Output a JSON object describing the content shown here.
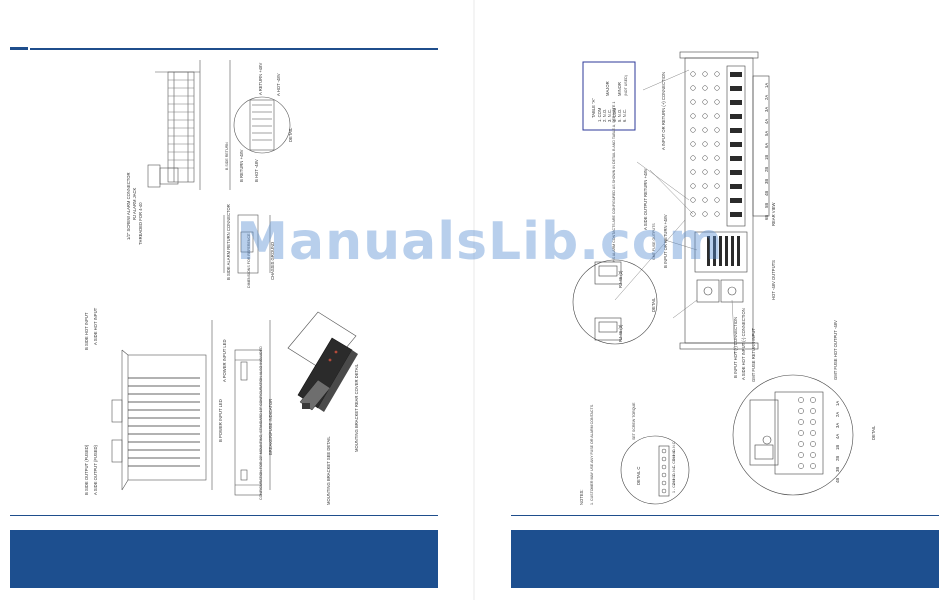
{
  "watermark": {
    "text": "ManualsLib.com"
  },
  "colors": {
    "accent": "#1f4e8c",
    "footer": "#1d4f8f",
    "watermark": "#568cd2"
  },
  "left_page": {
    "top_labels": {
      "screw_alarm": "1/2\" SCREW ALARM CONNECTOR",
      "alarm_jack": "RJ ALARM JACK",
      "threaded": "THREADED FOR 4-40",
      "b_return": "B RETURN +48V",
      "b_hot": "B HOT -48V",
      "a_return": "A RETURN +48V",
      "a_hot": "A HOT -48V",
      "detail": "DETAIL",
      "alarm_return": "B SIDE ALARM RETURN CONNECTOR",
      "chassis": "CHASSIS GROUND",
      "sketch": "DIMENSIONS FOR REFERENCE",
      "b_side_return_short": "B SIDE RETURN"
    },
    "middle_labels": {
      "b_side_hot": "B SIDE HOT INPUT",
      "a_side_hot": "A SIDE HOT INPUT",
      "b_side_output": "B SIDE OUTPUT (FUSED)",
      "a_side_output": "A SIDE OUTPUT (FUSED)",
      "a_power": "A POWER INPUT LED",
      "b_power": "B POWER INPUT LED",
      "breaker": "BREAKER/FUSE INDICATOR",
      "config_note": "CONFIGURATION FOR 23\" MOUNTING, STANDARD 19\" CONFIGURATION ALSO INCLUDED",
      "mounting_bracket": "MOUNTING BRACKET SEE DETAIL",
      "rear_cover": "MOUNTING BRACKET REAR COVER DETAIL"
    }
  },
  "right_page": {
    "table": {
      "title": "TABLE \"A\"",
      "rows": [
        "1. COM",
        "2. N.O.",
        "3. N.C.",
        "4. COM",
        "5. N.O.",
        "6. N.C."
      ],
      "major": "MAJOR",
      "minor": "MINOR",
      "not_used": "(NOT USED)"
    },
    "labels": {
      "a_input_return": "A INPUT OR RETURN (+) CONNECTION",
      "alarm_contacts": "HS ALARM CONTACTS ARE CONFIGURED AS SHOWN IN DETAIL B AND TABLE A, SEE NOTE 1",
      "a_side_output_return": "A SIDE OUTPUT RETURN +48V",
      "gmt_outputs": "GMT FUSE OUTPUTS",
      "b_input": "B INPUT OR RETURN +48V",
      "rear_view": "REAR VIEW",
      "hot_outputs": "HOT -48V OUTPUTS",
      "a_side_hot": "A SIDE HOT INPUT (-) CONNECTION",
      "b_input_hot": "B INPUT HOT (-) CONNECTION",
      "gmt_fuse": "GMT FUSE RETURN INPUT",
      "gmt_fuse_hot": "GMT FUSE HOT OUTPUT -48V",
      "detail": "DETAIL",
      "detail_b": "DETAIL",
      "detail_c": "DETAIL C",
      "rj45_a": "RJ-45 (2)",
      "rj45_b": "RJ-45 (3)",
      "set_screw": "SET SCREW TORQUE",
      "notes_title": "NOTES:",
      "note_1": "1. CUSTOMER MAY USE ANY FUSE OR ALARM CONTACTS."
    },
    "detail_c_rows": [
      "6 - N.C.",
      "5 - N.O.",
      "4 - COM",
      "3 - N.C.",
      "2 - N.O.",
      "1 - COM"
    ],
    "outputs": [
      "1A",
      "2A",
      "3A",
      "4A",
      "5A",
      "6A",
      "1B",
      "2B",
      "3B",
      "4B",
      "5B",
      "6B"
    ],
    "detail_outputs": [
      "1A",
      "2A",
      "3A",
      "4A",
      "1B",
      "2B",
      "3B",
      "4B"
    ]
  }
}
